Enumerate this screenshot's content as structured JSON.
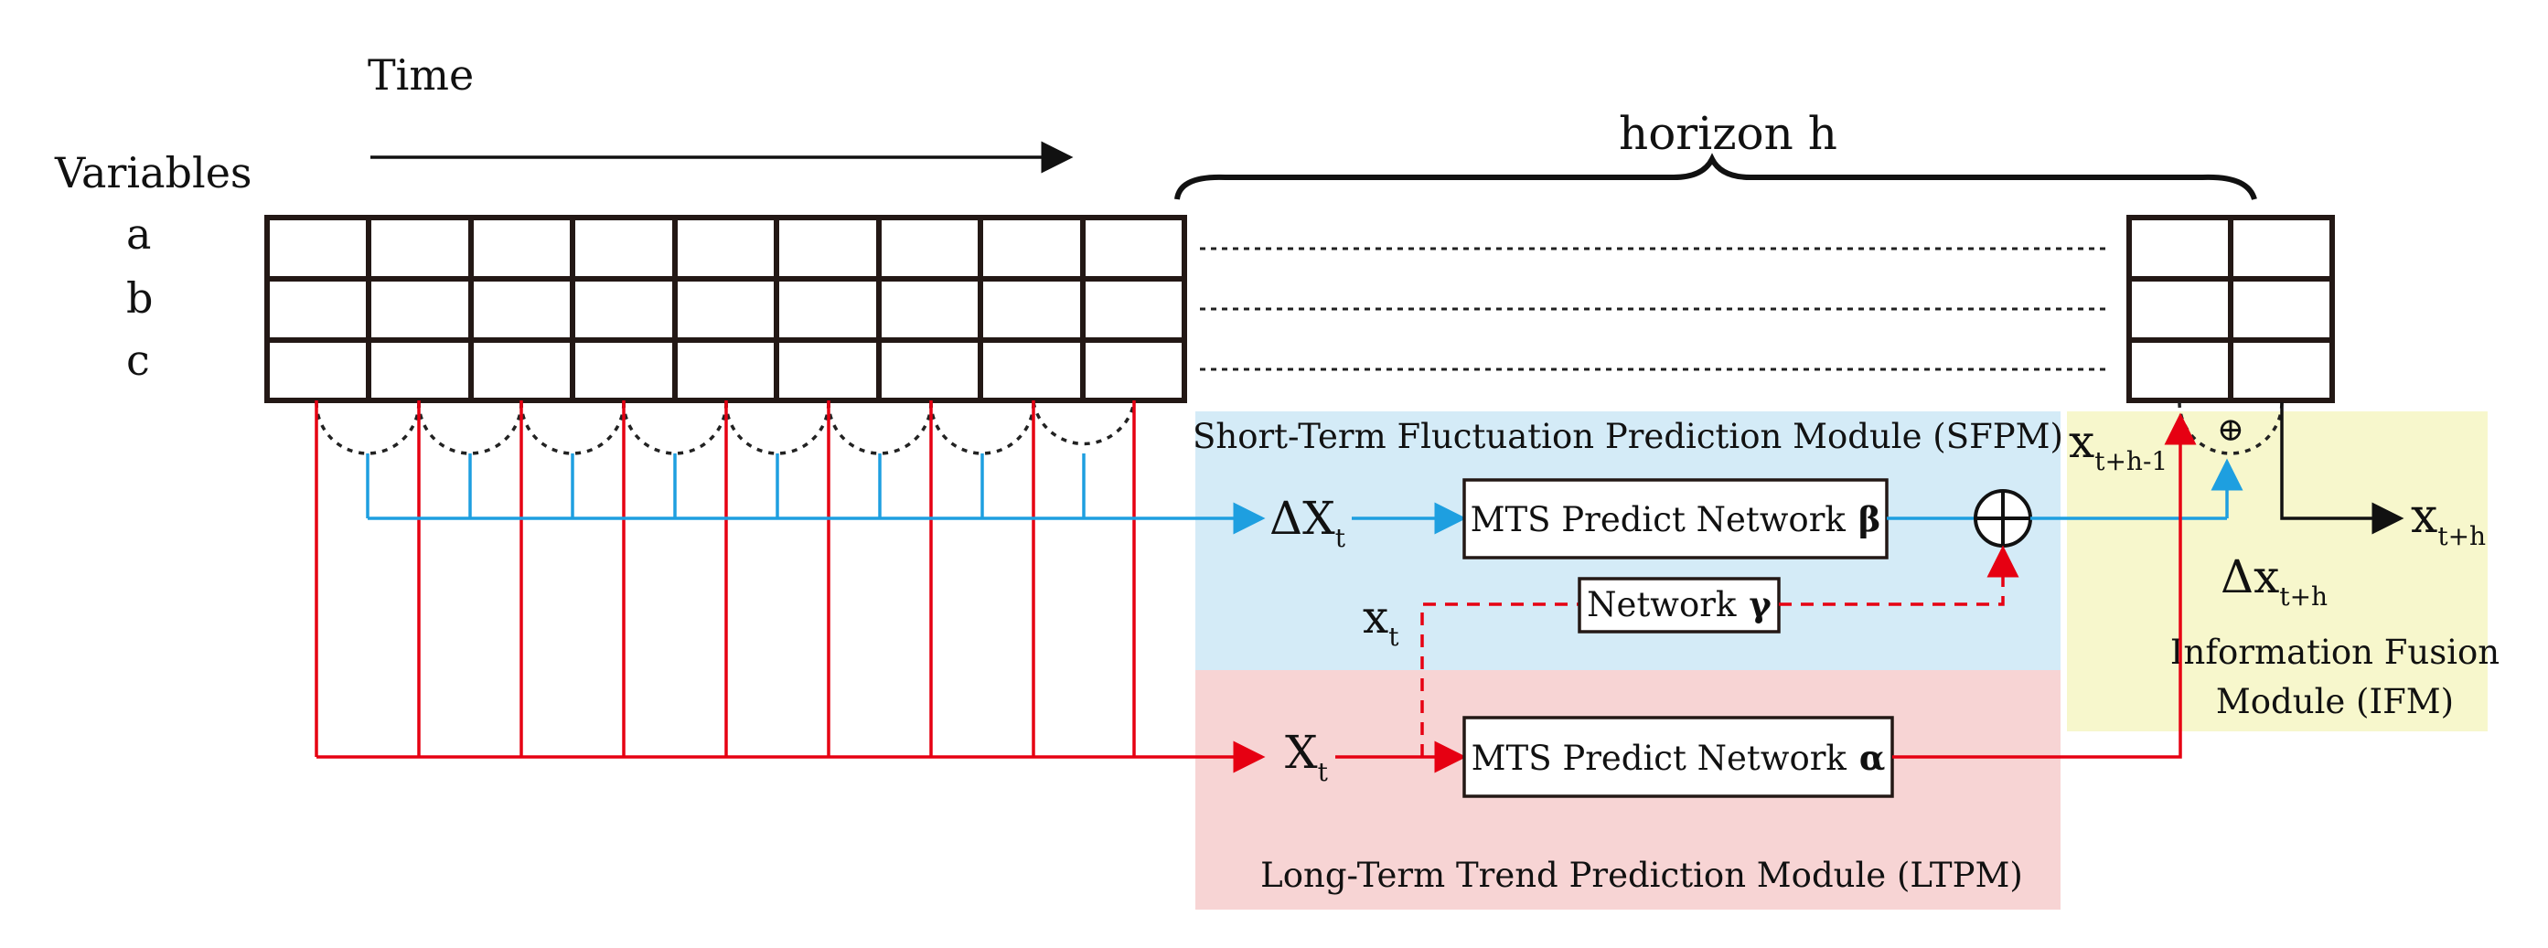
{
  "labels": {
    "time": "Time",
    "variables": "Variables",
    "var_a": "a",
    "var_b": "b",
    "var_c": "c",
    "horizon": "horizon h"
  },
  "modules": {
    "sfpm_title": "Short-Term Fluctuation Prediction Module (SFPM)",
    "ltpm_title": "Long-Term Trend Prediction Module (LTPM)",
    "ifm_title_1": "Information Fusion",
    "ifm_title_2": "Module (IFM)"
  },
  "networks": {
    "beta_name": "MTS Predict Network",
    "beta_symbol": "β",
    "alpha_name": "MTS Predict Network",
    "alpha_symbol": "α",
    "gamma_name": "Network",
    "gamma_symbol": "γ"
  },
  "symbols": {
    "delta": "Δ",
    "X": "X",
    "x": "x",
    "sub_t": "t",
    "sub_t_h_1": "t+h-1",
    "sub_t_h": "t+h",
    "oplus": "⊕"
  },
  "colors": {
    "sfpm_bg": "#d4ebf7",
    "ltpm_bg": "#f7d4d4",
    "ifm_bg": "#f7f7cc",
    "red_path": "#e60012",
    "blue_path": "#1e9fe0"
  }
}
